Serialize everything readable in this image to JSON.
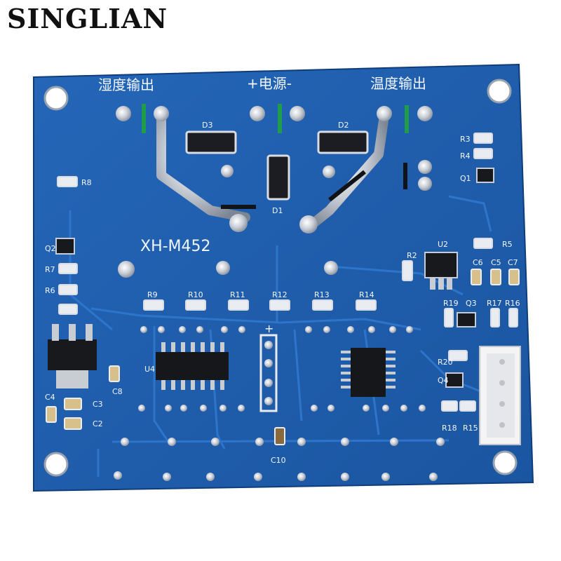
{
  "brand": "SINGLIAN",
  "board": {
    "model": "XH-M452",
    "labels": {
      "humidity_out": "湿度输出",
      "power": "+电源-",
      "temperature_out": "温度输出"
    },
    "refs": [
      "D1",
      "D2",
      "D3",
      "R2",
      "R3",
      "R4",
      "R5",
      "R8",
      "R9",
      "R10",
      "R11",
      "R12",
      "R13",
      "R14",
      "R16",
      "R17",
      "R18",
      "R19",
      "R20",
      "Q1",
      "Q2",
      "Q3",
      "Q4",
      "U2",
      "U4",
      "C2",
      "C3",
      "C4",
      "C5",
      "C6",
      "C7",
      "C8",
      "C10",
      "R7",
      "R6"
    ],
    "plus_mark": "+"
  },
  "colors": {
    "pcb": "#1f5fb0",
    "pcb_dark": "#174a8f",
    "copper": "#2b70c4",
    "silver": "#c8ccd3",
    "connector": "#f2f2f2"
  }
}
